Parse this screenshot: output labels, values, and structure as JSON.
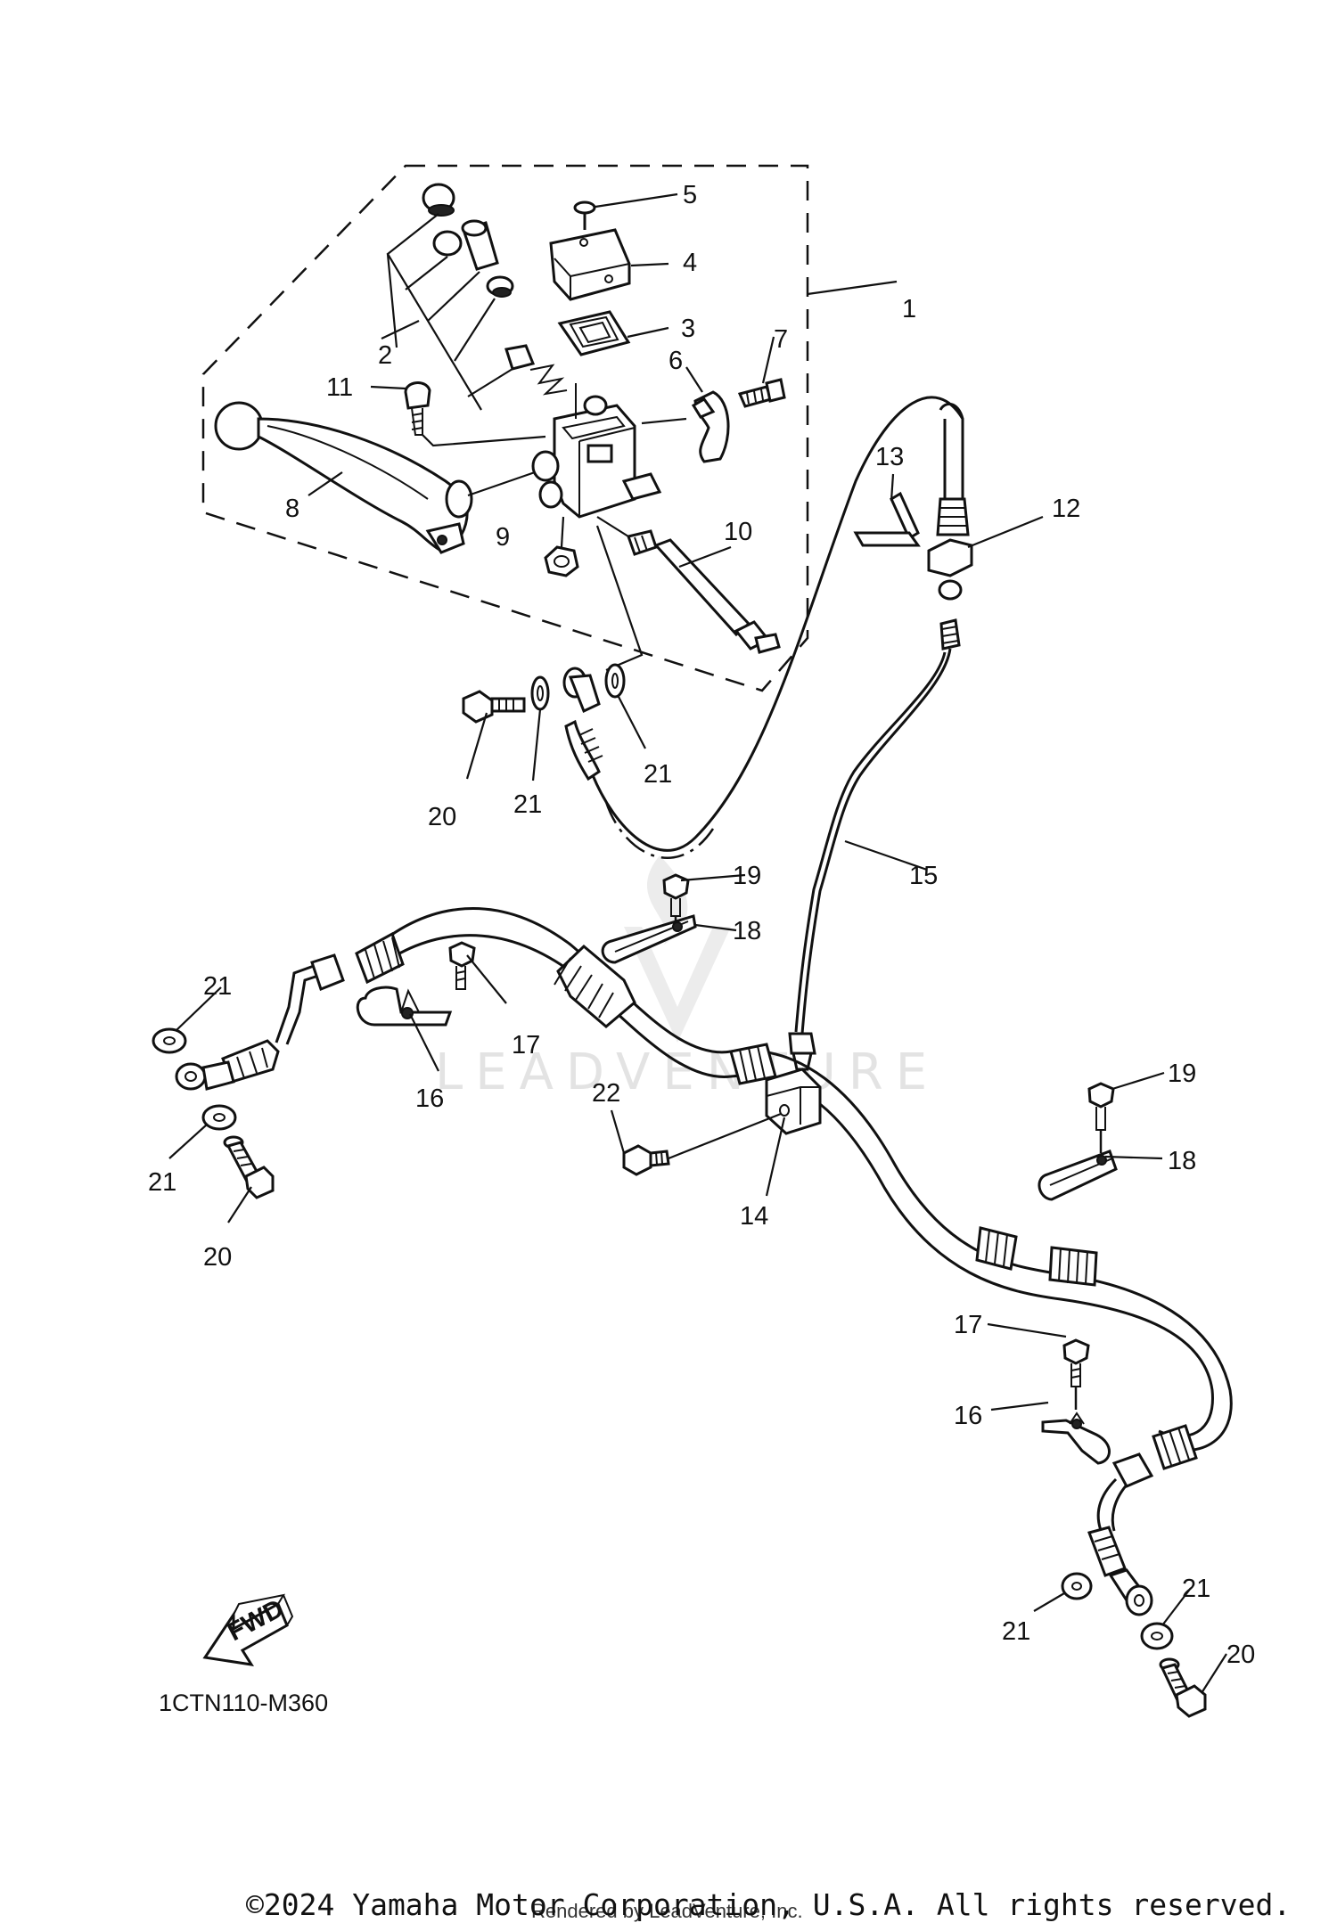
{
  "diagram_code": "1CTN110-M360",
  "fwd_badge": "FWD",
  "watermark": "LEADVENTURE",
  "copyright": "©2024 Yamaha Motor Corporation, U.S.A. All rights reserved.",
  "rendered_by": "Rendered by LeadVenture, Inc.",
  "callouts": {
    "c1": "1",
    "c2": "2",
    "c3": "3",
    "c4": "4",
    "c5": "5",
    "c6": "6",
    "c7": "7",
    "c8": "8",
    "c9": "9",
    "c10": "10",
    "c11": "11",
    "c12": "12",
    "c13": "13",
    "c14": "14",
    "c15": "15",
    "c16a": "16",
    "c16b": "16",
    "c17a": "17",
    "c17b": "17",
    "c18a": "18",
    "c18b": "18",
    "c19a": "19",
    "c19b": "19",
    "c20a": "20",
    "c20b": "20",
    "c20c": "20",
    "c21a": "21",
    "c21b": "21",
    "c21c": "21",
    "c21d": "21",
    "c21e": "21",
    "c21f": "21",
    "c22": "22"
  }
}
